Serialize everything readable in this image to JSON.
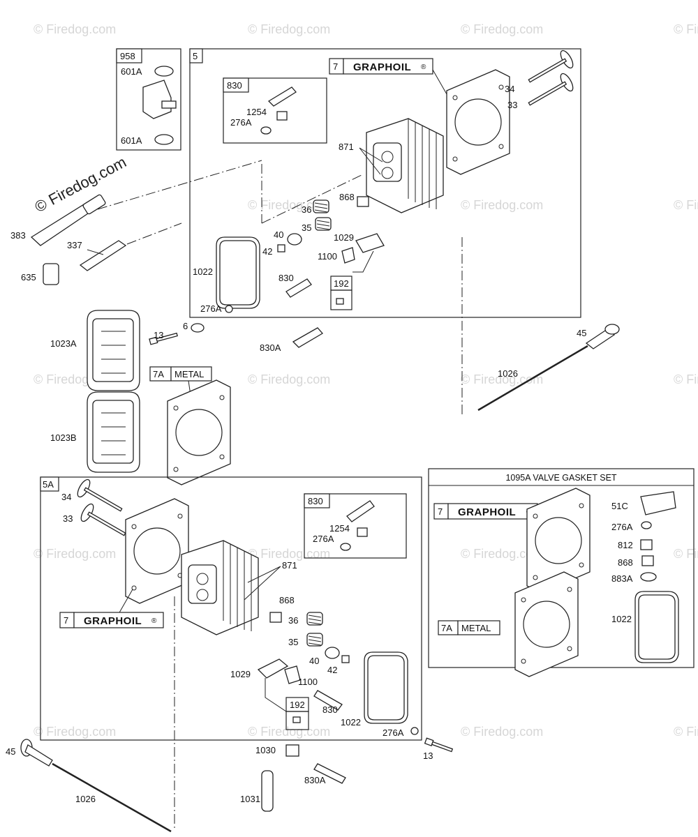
{
  "watermark": "© Firedog.com",
  "watermark_large": "© Firedog.com",
  "top_group": {
    "group_id": "5",
    "brand_gasket": {
      "num": "7",
      "label": "GRAPHOIL",
      "mark": "®"
    },
    "kit_830": {
      "num": "830",
      "labels": [
        "1254",
        "276A"
      ]
    },
    "box_192": "192",
    "labels": {
      "l34": "34",
      "l33": "33",
      "l871": "871",
      "l36": "36",
      "l868": "868",
      "l35": "35",
      "l40": "40",
      "l42": "42",
      "l1029": "1029",
      "l1100": "1100",
      "l1022": "1022",
      "l830": "830",
      "l276a": "276A"
    }
  },
  "left_parts": {
    "box_958": {
      "num": "958",
      "labels": [
        "601A",
        "601A"
      ]
    },
    "l383": "383",
    "l337": "337",
    "l635": "635",
    "l1023a": "1023A",
    "l13": "13",
    "l6": "6",
    "l830a": "830A",
    "l1023b": "1023B",
    "metal_box": {
      "num": "7A",
      "label": "METAL"
    }
  },
  "pushrod_top": {
    "l45": "45",
    "l1026": "1026"
  },
  "bottom_group": {
    "group_id": "5A",
    "brand_gasket": {
      "num": "7",
      "label": "GRAPHOIL",
      "mark": "®"
    },
    "kit_830": {
      "num": "830",
      "labels": [
        "1254",
        "276A"
      ]
    },
    "box_192": "192",
    "labels": {
      "l34": "34",
      "l33": "33",
      "l871": "871",
      "l868": "868",
      "l36": "36",
      "l35": "35",
      "l40": "40",
      "l42": "42",
      "l1029": "1029",
      "l1100": "1100",
      "l830": "830",
      "l1022": "1022",
      "l276a": "276A"
    }
  },
  "gasket_set": {
    "title": "1095A VALVE GASKET SET",
    "graphoil": {
      "num": "7",
      "label": "GRAPHOIL",
      "mark": "®"
    },
    "metal": {
      "num": "7A",
      "label": "METAL"
    },
    "labels": {
      "l51c": "51C",
      "l276a": "276A",
      "l812": "812",
      "l868": "868",
      "l883a": "883A",
      "l1022": "1022"
    }
  },
  "bottom_loose": {
    "l45": "45",
    "l1026": "1026",
    "l1030": "1030",
    "l830a": "830A",
    "l1031": "1031",
    "l13": "13"
  }
}
